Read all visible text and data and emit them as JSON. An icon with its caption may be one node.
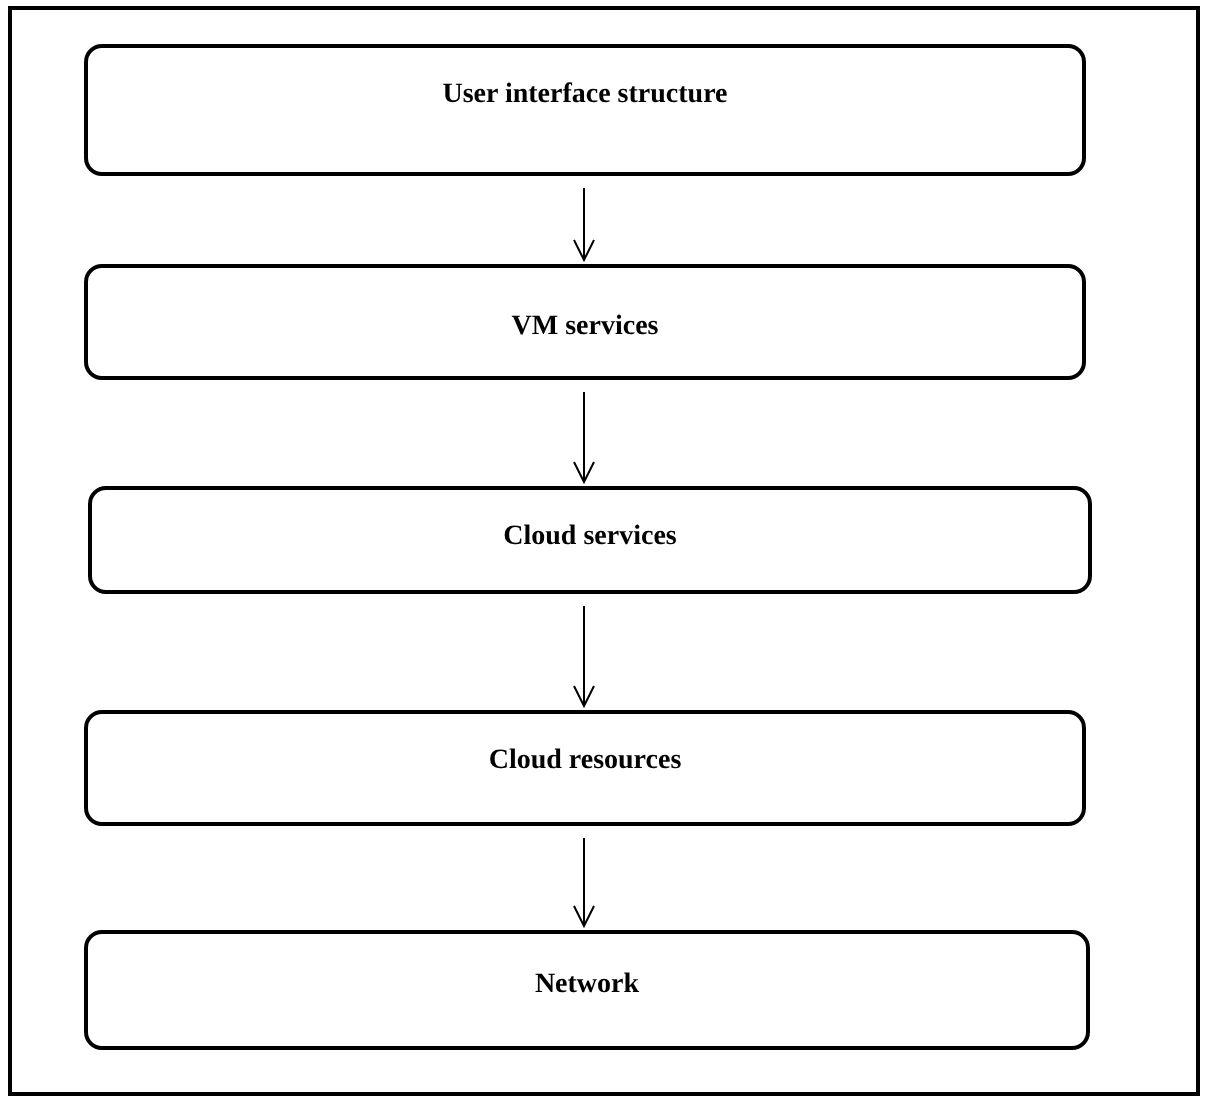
{
  "diagram": {
    "nodes": [
      {
        "text": [
          "User interface structure"
        ]
      },
      {
        "text": [
          "VM services"
        ]
      },
      {
        "text": [
          "Cloud services"
        ]
      },
      {
        "text": [
          "Cloud resources"
        ]
      },
      {
        "text": [
          "Network"
        ]
      }
    ],
    "edges": [
      {
        "from": 0,
        "to": 1,
        "arrow": "to"
      },
      {
        "from": 1,
        "to": 2,
        "arrow": "to"
      },
      {
        "from": 2,
        "to": 3,
        "arrow": "to"
      },
      {
        "from": 3,
        "to": 4,
        "arrow": "to"
      }
    ]
  }
}
